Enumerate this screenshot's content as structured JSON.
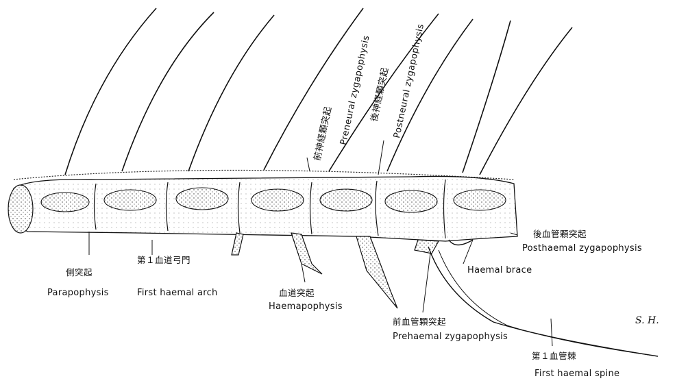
{
  "labels": {
    "parapophysis_jp": "側突起",
    "parapophysis_en": "Parapophysis",
    "first_haemal_arch_jp": "第１血道弓門",
    "first_haemal_arch_en": "First haemal arch",
    "haemapophysis_jp": "血道突起",
    "haemapophysis_en": "Haemapophysis",
    "prehaemal_jp": "前血管顆突起",
    "prehaemal_en": "Prehaemal zygapophysis",
    "first_haemal_spine_jp": "第１血管棘",
    "first_haemal_spine_en": "First haemal spine",
    "haemal_brace_en": "Haemal brace",
    "posthaemal_jp": "後血管顆突起",
    "posthaemal_en": "Posthaemal zygapophysis",
    "preneural_jp": "前神経顆突起",
    "preneural_en": "Preneural zygapophysis",
    "postneural_jp": "後神経顆突起",
    "postneural_en": "Postneural zygapophysis"
  },
  "signature": "S. H."
}
